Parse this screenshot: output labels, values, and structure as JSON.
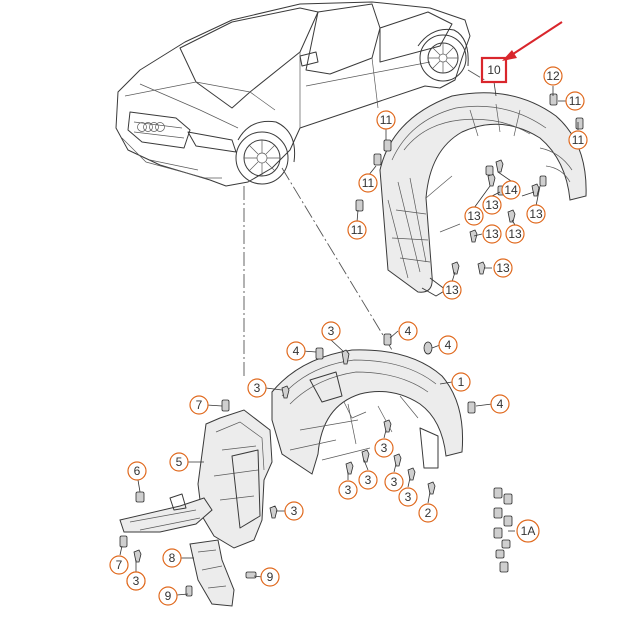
{
  "colors": {
    "callout_ring": "#e06a1f",
    "highlight_box": "#d9262c",
    "arrow": "#d9262c",
    "line_art": "#3a3a3a"
  },
  "callouts": [
    {
      "label": "10",
      "highlighted": true
    },
    {
      "label": "12"
    },
    {
      "label": "11"
    },
    {
      "label": "11"
    },
    {
      "label": "11"
    },
    {
      "label": "11"
    },
    {
      "label": "11"
    },
    {
      "label": "14"
    },
    {
      "label": "13"
    },
    {
      "label": "13"
    },
    {
      "label": "13"
    },
    {
      "label": "13"
    },
    {
      "label": "13"
    },
    {
      "label": "13"
    },
    {
      "label": "13"
    },
    {
      "label": "3"
    },
    {
      "label": "4"
    },
    {
      "label": "4"
    },
    {
      "label": "4"
    },
    {
      "label": "1"
    },
    {
      "label": "4"
    },
    {
      "label": "3"
    },
    {
      "label": "7"
    },
    {
      "label": "3"
    },
    {
      "label": "5"
    },
    {
      "label": "3"
    },
    {
      "label": "3"
    },
    {
      "label": "3"
    },
    {
      "label": "3"
    },
    {
      "label": "2"
    },
    {
      "label": "3"
    },
    {
      "label": "6"
    },
    {
      "label": "3"
    },
    {
      "label": "1A"
    },
    {
      "label": "7"
    },
    {
      "label": "3"
    },
    {
      "label": "8"
    },
    {
      "label": "9"
    },
    {
      "label": "9"
    }
  ]
}
